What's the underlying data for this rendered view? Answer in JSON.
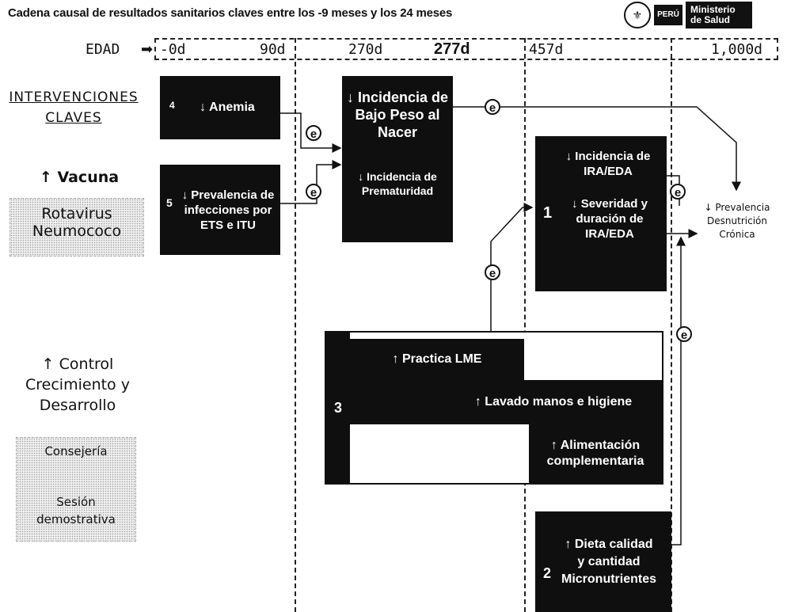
{
  "header": {
    "title": "Cadena causal de resultados sanitarios claves entre los -9 meses y los 24 meses",
    "logo_flag": "PERÚ",
    "logo_ministry": "Ministerio de Salud"
  },
  "timeline": {
    "label": "EDAD",
    "ticks": [
      "-0d",
      "90d",
      "270d",
      "277d",
      "457d",
      "1,000d"
    ]
  },
  "left": {
    "section_title": "INTERVENCIONES CLAVES",
    "vacuna_title": "↑ Vacuna",
    "vacuna_items": [
      "Rotavirus",
      "Neumococo"
    ],
    "control_title": "↑ Control Crecimiento y Desarrollo",
    "control_items": [
      "Consejería",
      "Sesión demostrativa"
    ]
  },
  "boxes": {
    "anemia": {
      "num": "4",
      "text": "↓ Anemia"
    },
    "infecciones": {
      "num": "5",
      "text": "↓ Prevalencia de infecciones por ETS e ITU"
    },
    "bajo_peso": {
      "text": "↓ Incidencia de Bajo Peso al Nacer"
    },
    "prematuridad": {
      "text": "↓ Incidencia de Prematuridad"
    },
    "ira": {
      "num": "1",
      "text1": "↓ Incidencia de IRA/EDA",
      "text2": "↓ Severidad y duración de IRA/EDA"
    },
    "practicas": {
      "num": "3",
      "lme": "↑ Practica LME",
      "lavado": "↑ Lavado manos e higiene",
      "alimentacion": "↑ Alimentación complementaria"
    },
    "dieta": {
      "num": "2",
      "text": "↑ Dieta calidad y cantidad Micronutrientes"
    }
  },
  "outcome": {
    "text": "↓ Prevalencia Desnutrición Crónica"
  },
  "evidence_marker": "e"
}
